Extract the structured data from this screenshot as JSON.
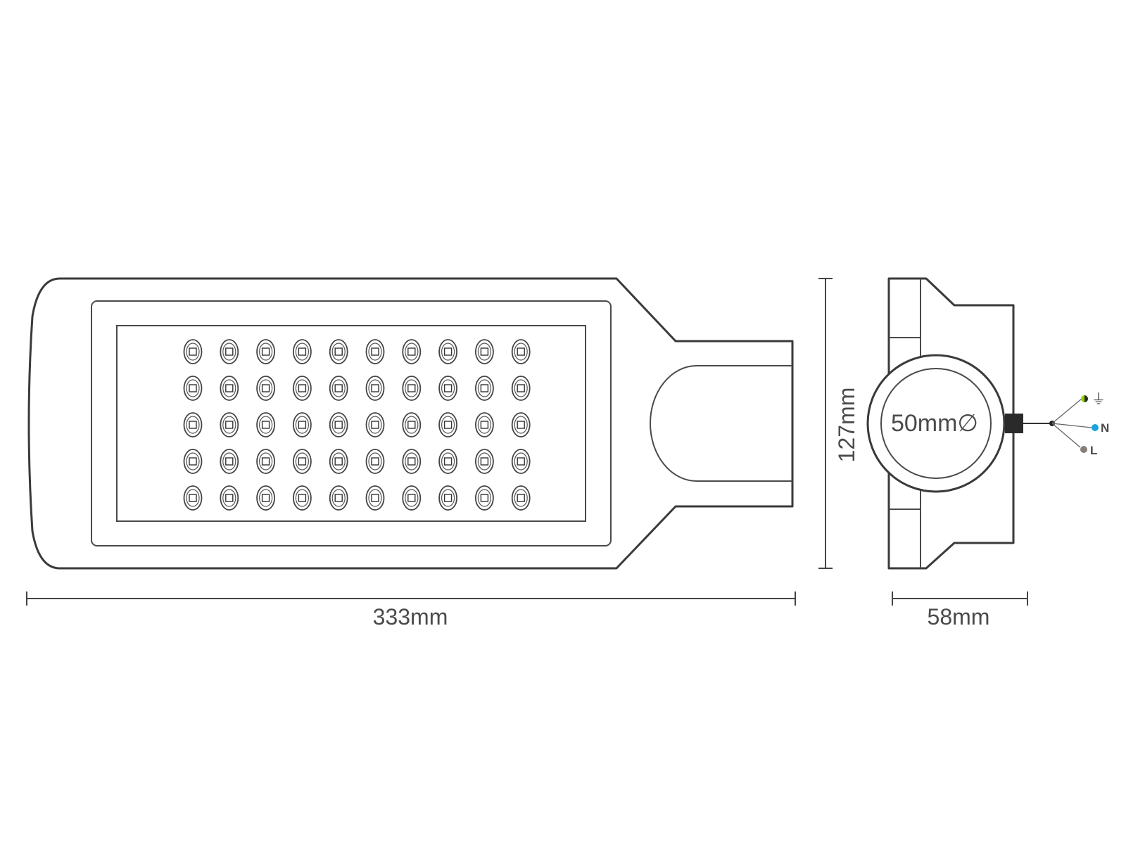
{
  "dimensions": {
    "length": "333mm",
    "height": "127mm",
    "depth": "58mm",
    "pole_diameter": "50mm∅"
  },
  "led_array": {
    "rows": 5,
    "columns": 10
  },
  "wiring": [
    {
      "symbol": "⏚",
      "color": "#8fd400",
      "accent": "#2b2b2b"
    },
    {
      "symbol": "N",
      "color": "#1aa3e0"
    },
    {
      "symbol": "L",
      "color": "#8a7f78"
    }
  ]
}
